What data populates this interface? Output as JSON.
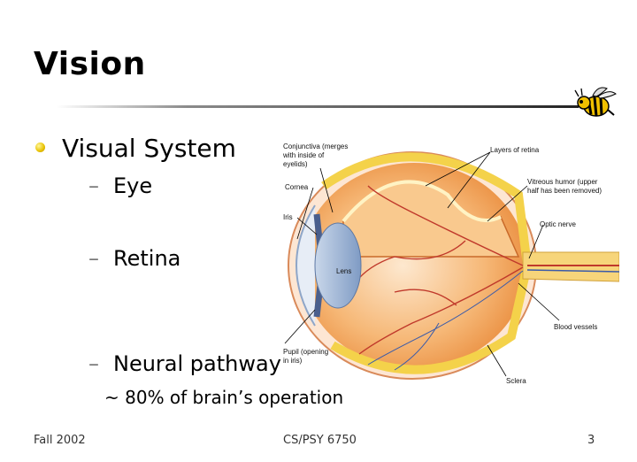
{
  "slide": {
    "title": "Vision",
    "bullet": "Visual System",
    "subitems": [
      "Eye",
      "Retina",
      "Neural pathway"
    ],
    "dash_glyph": "–",
    "note": "~ 80% of brain’s operation"
  },
  "diagram": {
    "labels": {
      "conjunctiva": [
        "Conjunctiva (merges",
        "with inside of",
        "eyelids)"
      ],
      "cornea": "Cornea",
      "iris": "Iris",
      "lens": "Lens",
      "pupil": [
        "Pupil (opening",
        "in iris)"
      ],
      "layers": "Layers of retina",
      "vitreous": [
        "Vitreous humor (upper",
        "half has been removed)"
      ],
      "optic": "Optic nerve",
      "blood": "Blood vessels",
      "sclera": "Sclera"
    }
  },
  "footer": {
    "left": "Fall 2002",
    "center": "CS/PSY 6750",
    "right": "3"
  },
  "colors": {
    "accent_yellow": "#e8c100",
    "eye_orange": "#f2a45a",
    "vessel_red": "#c0392b",
    "lens_blue": "#9fb6d6"
  }
}
